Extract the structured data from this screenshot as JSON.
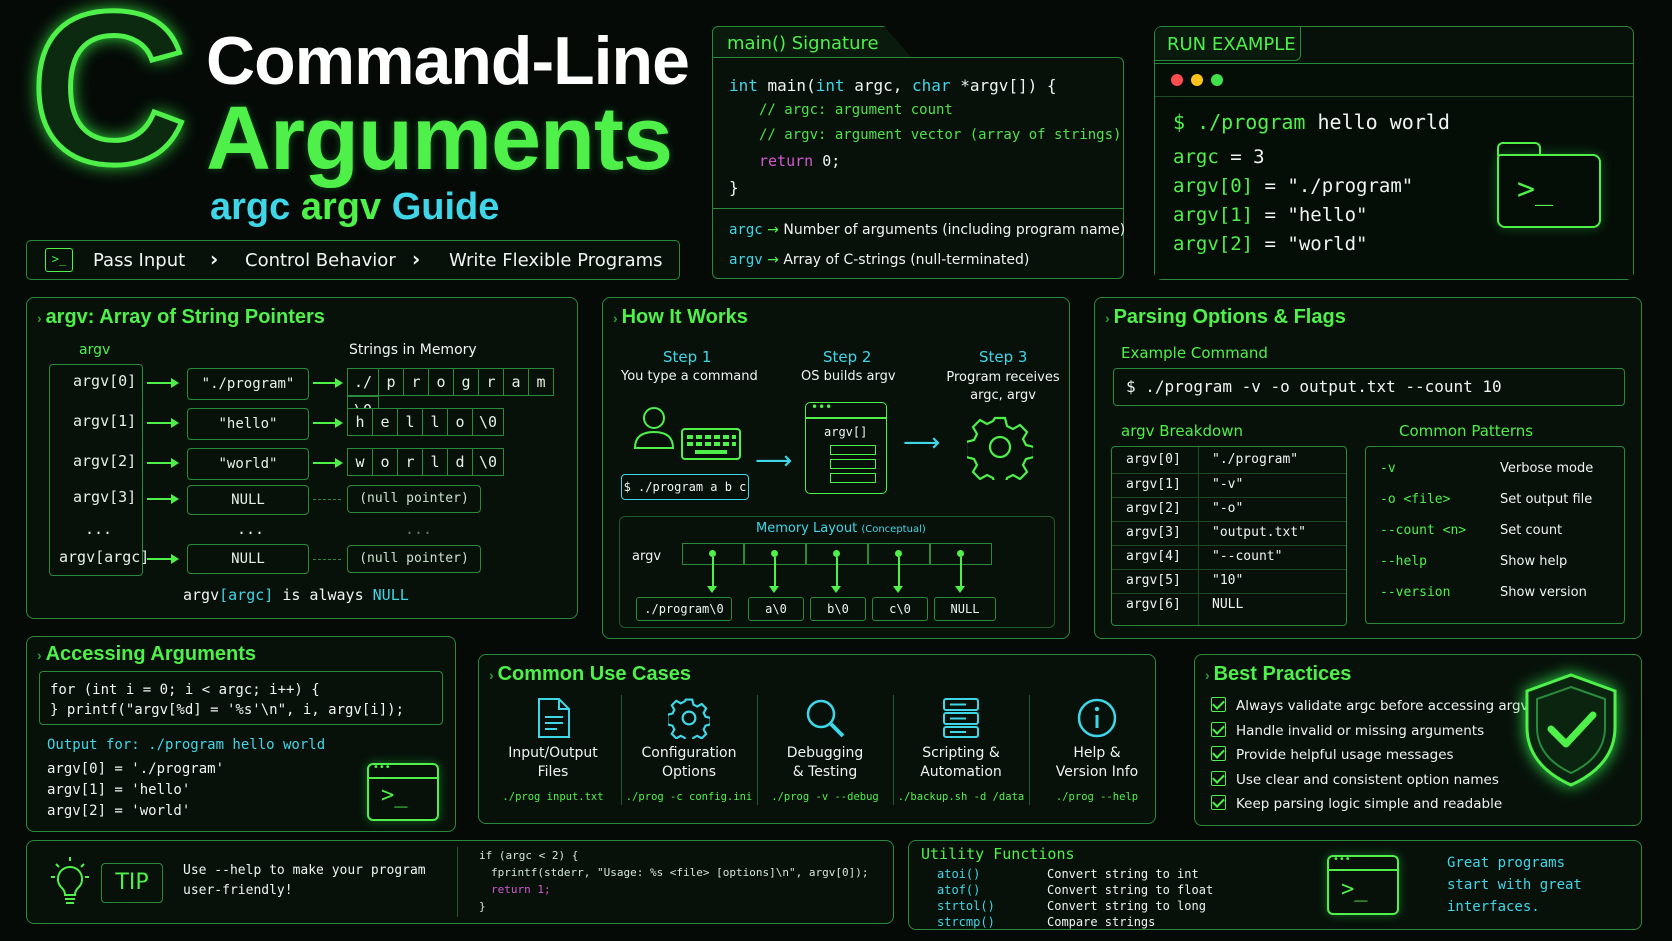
{
  "header": {
    "logo_letter": "C",
    "title_line1": "Command-Line",
    "title_line2": "Arguments",
    "subtitle_argc": "argc",
    "subtitle_argv": "argv",
    "subtitle_guide": "Guide",
    "tagline": [
      "Pass Input",
      "Control Behavior",
      "Write Flexible Programs"
    ]
  },
  "signature": {
    "tab": "main() Signature",
    "code": [
      {
        "a": "int ",
        "b": "main(",
        "c": "int ",
        "d": "argc, ",
        "e": "char ",
        "f": "*argv[]) {"
      },
      {
        "comment": "// argc: argument count"
      },
      {
        "comment": "// argv: argument vector (array of strings)"
      },
      {
        "kw": "return ",
        "val": "0;"
      },
      {
        "plain": "}"
      }
    ],
    "notes": [
      {
        "key": "argc",
        "text": "Number of arguments (including program name)"
      },
      {
        "key": "argv",
        "text": "Array of C-strings (null-terminated)"
      }
    ]
  },
  "run_example": {
    "tab": "RUN EXAMPLE",
    "prompt": "$ ./program",
    "args": " hello world",
    "lines": [
      {
        "k": "argc",
        "v": " = 3"
      },
      {
        "k": "argv[0]",
        "v": " = \"./program\""
      },
      {
        "k": "argv[1]",
        "v": " = \"hello\""
      },
      {
        "k": "argv[2]",
        "v": " = \"world\""
      }
    ],
    "icon": "folder-terminal-icon"
  },
  "argv_array": {
    "title": "argv: Array of String Pointers",
    "col_argv": "argv",
    "col_strings": "Strings in Memory",
    "rows": [
      {
        "idx": "argv[0]",
        "ptr": "\"./program\"",
        "chars": [
          "./",
          "p",
          "r",
          "o",
          "g",
          "r",
          "a",
          "m",
          "\\0"
        ]
      },
      {
        "idx": "argv[1]",
        "ptr": "\"hello\"",
        "chars": [
          "h",
          "e",
          "l",
          "l",
          "o",
          "\\0"
        ]
      },
      {
        "idx": "argv[2]",
        "ptr": "\"world\"",
        "chars": [
          "w",
          "o",
          "r",
          "l",
          "d",
          "\\0"
        ]
      },
      {
        "idx": "argv[3]",
        "ptr": "NULL",
        "null": "(null pointer)"
      },
      {
        "idx": "...",
        "ptr": "...",
        "null": "..."
      },
      {
        "idx": "argv[argc]",
        "ptr": "NULL",
        "null": "(null pointer)"
      }
    ],
    "footer_a": "argv",
    "footer_b": "[argc]",
    "footer_c": " is always ",
    "footer_d": "NULL"
  },
  "how_it_works": {
    "title": "How It Works",
    "steps": [
      {
        "label": "Step 1",
        "desc": "You type a command"
      },
      {
        "label": "Step 2",
        "desc": "OS builds argv"
      },
      {
        "label": "Step 3",
        "desc": "Program receives argc, argv"
      }
    ],
    "command": "$ ./program a b c",
    "argv_box": "argv[]",
    "memory_title": "Memory Layout",
    "memory_sub": "(Conceptual)",
    "memory_label": "argv",
    "memory_cells": [
      "./program\\0",
      "a\\0",
      "b\\0",
      "c\\0",
      "NULL"
    ]
  },
  "parsing": {
    "title": "Parsing Options & Flags",
    "example_label": "Example Command",
    "example_cmd": "$ ./program -v -o output.txt --count 10",
    "breakdown_title": "argv Breakdown",
    "breakdown": [
      {
        "k": "argv[0]",
        "v": "\"./program\""
      },
      {
        "k": "argv[1]",
        "v": "\"-v\""
      },
      {
        "k": "argv[2]",
        "v": "\"-o\""
      },
      {
        "k": "argv[3]",
        "v": "\"output.txt\""
      },
      {
        "k": "argv[4]",
        "v": "\"--count\""
      },
      {
        "k": "argv[5]",
        "v": "\"10\""
      },
      {
        "k": "argv[6]",
        "v": "NULL"
      }
    ],
    "patterns_title": "Common Patterns",
    "patterns": [
      {
        "flag": "-v",
        "desc": "Verbose mode"
      },
      {
        "flag": "-o <file>",
        "desc": "Set output file"
      },
      {
        "flag": "--count <n>",
        "desc": "Set count"
      },
      {
        "flag": "--help",
        "desc": "Show help"
      },
      {
        "flag": "--version",
        "desc": "Show version"
      }
    ]
  },
  "accessing": {
    "title": "Accessing Arguments",
    "code1": "for (int i = 0; i < argc; i++) {",
    "code2": "}   printf(\"argv[%d] = '%s'\\n\", i, argv[i]);",
    "output_label": "Output for: ./program hello world",
    "output": [
      "argv[0] = './program'",
      "argv[1] = 'hello'",
      "argv[2] = 'world'"
    ]
  },
  "use_cases": {
    "title": "Common Use Cases",
    "items": [
      {
        "icon": "file-icon",
        "label1": "Input/Output",
        "label2": "Files",
        "cmd": "./prog input.txt"
      },
      {
        "icon": "gear-icon",
        "label1": "Configuration",
        "label2": "Options",
        "cmd": "./prog -c config.ini"
      },
      {
        "icon": "magnifier-icon",
        "label1": "Debugging",
        "label2": "& Testing",
        "cmd": "./prog -v --debug"
      },
      {
        "icon": "server-icon",
        "label1": "Scripting &",
        "label2": "Automation",
        "cmd": "./backup.sh -d /data"
      },
      {
        "icon": "info-icon",
        "label1": "Help &",
        "label2": "Version Info",
        "cmd": "./prog --help"
      }
    ]
  },
  "best_practices": {
    "title": "Best Practices",
    "items": [
      "Always validate argc before accessing argv",
      "Handle invalid or missing arguments",
      "Provide helpful usage messages",
      "Use clear and consistent option names",
      "Keep parsing logic simple and readable"
    ]
  },
  "tip": {
    "label": "TIP",
    "text1": "Use --help to make your program",
    "text2": "user-friendly!",
    "code": [
      "if (argc < 2) {",
      "  fprintf(stderr, \"Usage: %s <file> [options]\\n\", argv[0]);",
      "  return 1;",
      "}"
    ]
  },
  "utility": {
    "title": "Utility Functions",
    "items": [
      {
        "fn": "atoi()",
        "desc": "Convert string to int"
      },
      {
        "fn": "atof()",
        "desc": "Convert string to float"
      },
      {
        "fn": "strtol()",
        "desc": "Convert string to long"
      },
      {
        "fn": "strcmp()",
        "desc": "Compare strings"
      }
    ],
    "slogan": [
      "Great programs",
      "start with great",
      "interfaces."
    ]
  }
}
